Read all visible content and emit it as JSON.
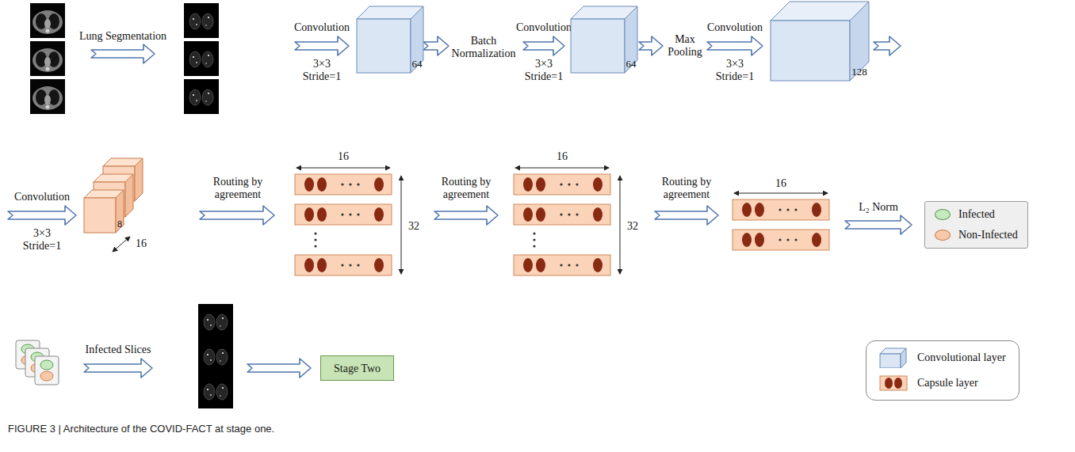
{
  "diagram": {
    "caption": "FIGURE 3 | Architecture of the COVID-FACT at stage one.",
    "nodes": [
      {
        "text": [
          "64"
        ]
      },
      {
        "text": [
          "64"
        ]
      },
      {
        "text": [
          "128"
        ]
      },
      {
        "text": [
          "8"
        ]
      },
      {
        "text": [
          "Infected",
          "Non-Infected"
        ]
      },
      {
        "text": [
          "Stage Two"
        ]
      }
    ],
    "labels": [
      "Lung Segmentation",
      "Convolution",
      "3×3 Stride=1",
      "Batch Normalization",
      "Convolution",
      "3×3 Stride=1",
      "Max Pooling",
      "Convolution",
      "3×3 Stride=1",
      "Convolution",
      "3×3 Stride=1",
      "16",
      "Routing by agreement",
      "16",
      "32",
      "Routing by agreement",
      "16",
      "32",
      "Routing by agreement",
      "16",
      "L₂ Norm",
      "Infected Slices"
    ],
    "legend": [
      {
        "text": "Convolutional layer"
      },
      {
        "text": "Capsule layer"
      }
    ]
  }
}
